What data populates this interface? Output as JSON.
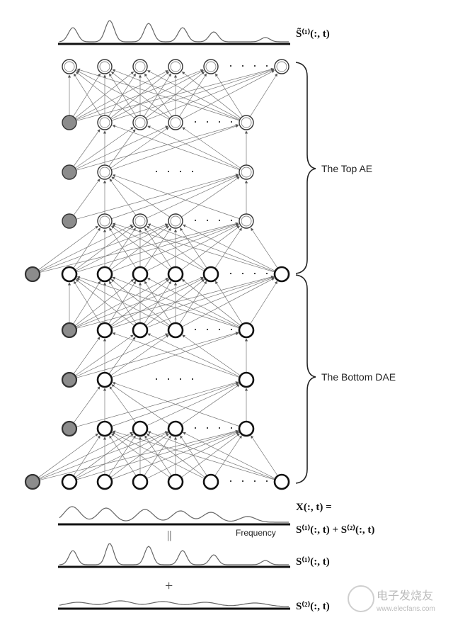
{
  "labels": {
    "top_ae": "The Top AE",
    "bottom_dae": "The Bottom DAE",
    "frequency": "Frequency",
    "equals_sign": "||",
    "plus_sign": "+",
    "ellipsis": "· · · ·"
  },
  "formulas": {
    "s1_estimate": "S̃⁽¹⁾(:, t)",
    "x_mix": "X(:, t) =",
    "x_mix_sum": "S⁽¹⁾(:, t) + S⁽²⁾(:, t)",
    "s1": "S⁽¹⁾(:, t)",
    "s2": "S⁽²⁾(:, t)"
  },
  "watermark": {
    "name": "电子发烧友",
    "url": "www.elecfans.com"
  },
  "colors": {
    "node_fill": "#ffffff",
    "bias_fill": "#8c8c8c",
    "edge": "#777777",
    "curve": "#666666"
  }
}
